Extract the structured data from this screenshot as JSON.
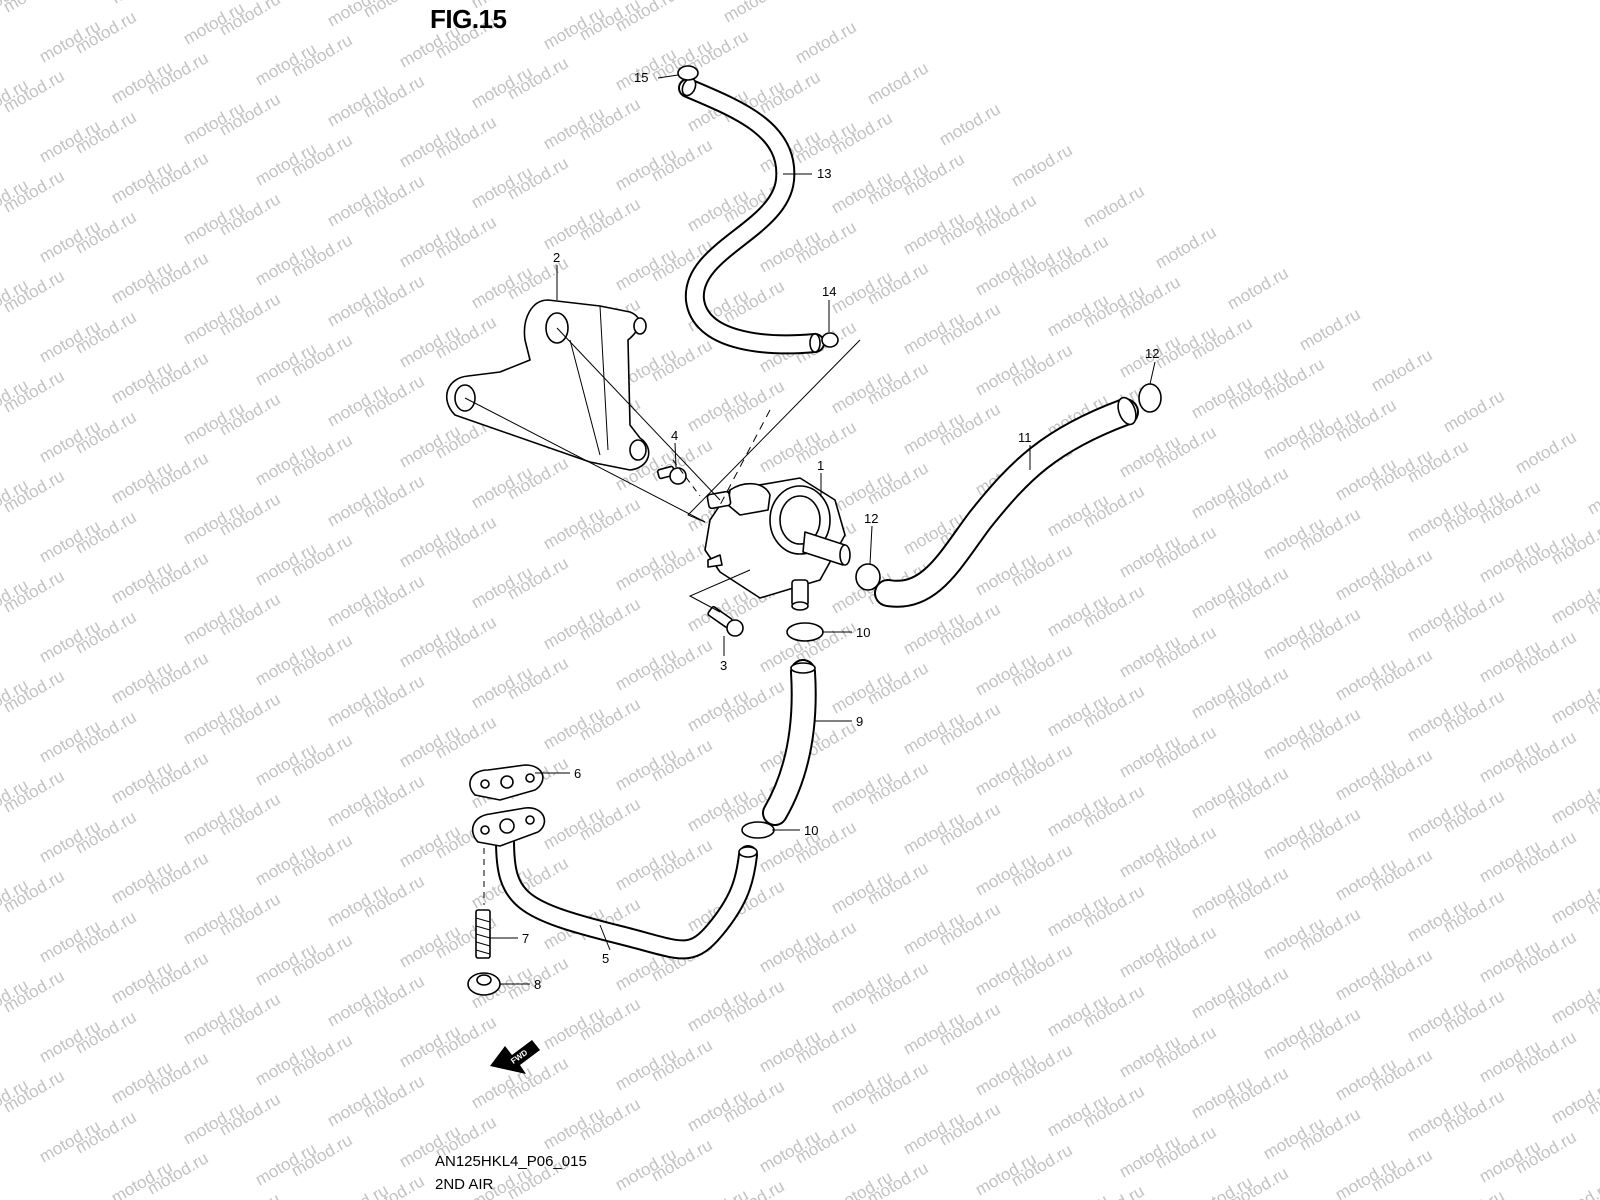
{
  "figure": {
    "title": "FIG.15"
  },
  "watermark": {
    "text": "motod.ru",
    "color": "#c2c2c2"
  },
  "callouts": [
    "1",
    "2",
    "3",
    "4",
    "5",
    "6",
    "7",
    "8",
    "9",
    "10",
    "10",
    "11",
    "12",
    "12",
    "13",
    "14",
    "15"
  ],
  "fwd_badge": {
    "text": "FWD"
  },
  "footer": {
    "code": "AN125HKL4_P06_015",
    "name": "2ND AIR"
  }
}
